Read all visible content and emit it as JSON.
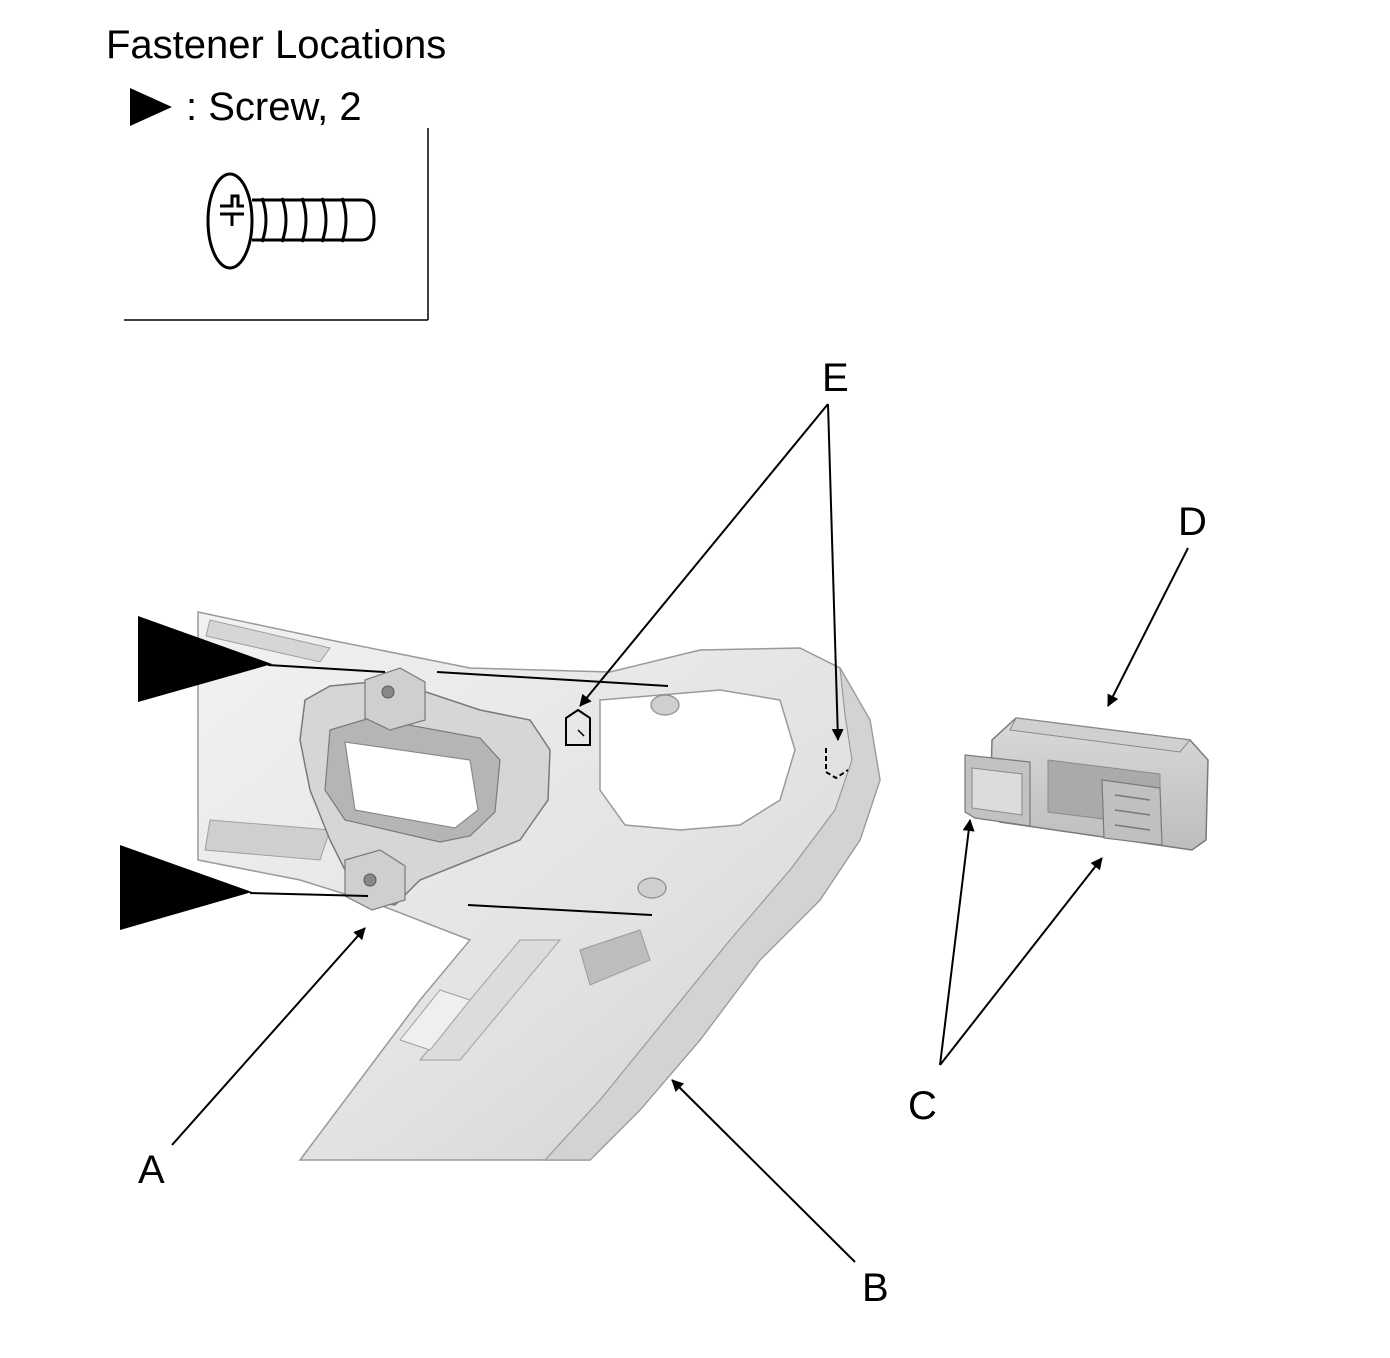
{
  "header": {
    "title": "Fastener Locations",
    "legend_label": ": Screw, 2"
  },
  "icons": {
    "legend_marker": "filled-triangle-pointer-icon",
    "screw": "pan-head-phillips-screw-icon"
  },
  "callouts": {
    "a": "A",
    "b": "B",
    "c": "C",
    "d": "D",
    "e": "E"
  },
  "colors": {
    "line": "#000000",
    "part_fill": "#e4e4e4",
    "part_shade": "#c9c9c9",
    "part_dark": "#a8a8a8"
  }
}
